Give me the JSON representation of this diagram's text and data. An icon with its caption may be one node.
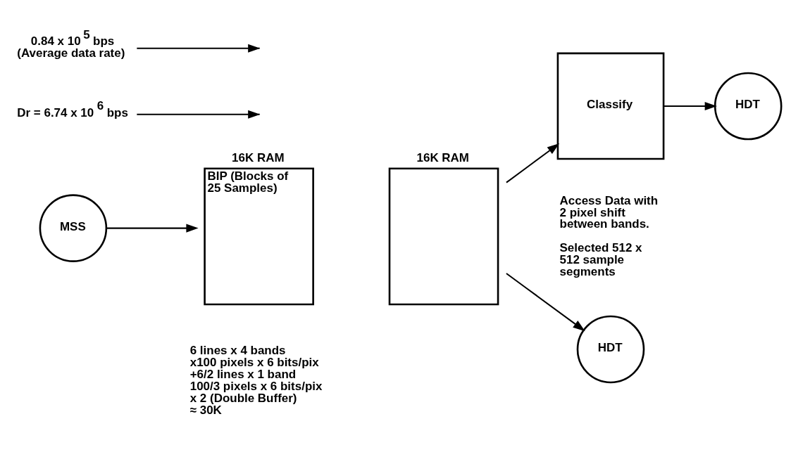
{
  "diagram": {
    "nodes": [
      {
        "text": [
          "MSS"
        ]
      },
      {
        "text": [
          "16K RAM",
          "BIP (Blocks of 25 Samples)"
        ],
        "beside": [
          "6 lines x 4 bands",
          "x100 pixels x 6 bits/pix",
          "+6/2 lines x 1 band",
          "100/3 pixels x 6 bits/pix",
          "x 2 (Double Buffer)",
          "≈ 30K"
        ]
      },
      {
        "text": [
          "16K RAM"
        ]
      },
      {
        "text": [
          "Classify"
        ],
        "beside": [
          "Access Data with 2 pixel shift between bands.",
          "Selected 512 x 512 sample segments"
        ]
      },
      {
        "text": [
          "HDT"
        ]
      },
      {
        "text": [
          "HDT"
        ]
      },
      {
        "text": [
          "Dr = 6.74 x 10$^{6}$ bps"
        ]
      },
      {
        "text": [
          "0.84 x 10$^{5}$ bps (Average data rate)"
        ]
      }
    ],
    "edges": [
      {
        "from": 0,
        "to": 1,
        "arrow": "to"
      },
      {
        "from": 6,
        "to": null,
        "arrow": "to"
      },
      {
        "from": 2,
        "to": 4,
        "arrow": "to"
      },
      {
        "from": 2,
        "to": 3,
        "arrow": "to"
      },
      {
        "from": 3,
        "to": 5,
        "arrow": "to"
      },
      {
        "from": 7,
        "to": null,
        "arrow": "to"
      }
    ]
  }
}
